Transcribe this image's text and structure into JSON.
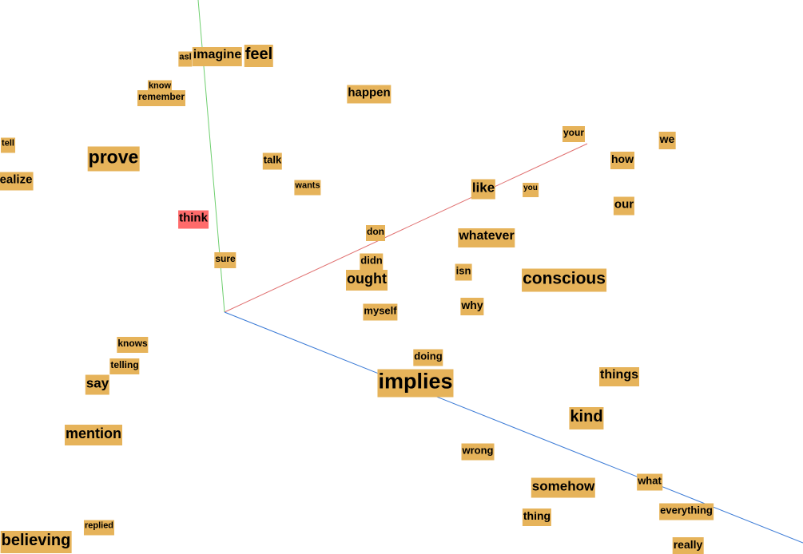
{
  "colors": {
    "label_bg": "#e6b35a",
    "selected_bg": "#ff6b6b",
    "x_axis": "#e07070",
    "y_axis": "#6fcf6f",
    "z_axis": "#3a7ad6"
  },
  "selected_word": "think",
  "words": [
    "asl",
    "imagine",
    "feel",
    "happen",
    "know",
    "remember",
    "tell",
    "prove",
    "ealize",
    "talk",
    "wants",
    "think",
    "sure",
    "your",
    "we",
    "how",
    "like",
    "you",
    "our",
    "don",
    "whatever",
    "didn",
    "ought",
    "isn",
    "conscious",
    "myself",
    "why",
    "knows",
    "telling",
    "say",
    "doing",
    "implies",
    "things",
    "kind",
    "mention",
    "wrong",
    "somehow",
    "what",
    "thing",
    "everything",
    "replied",
    "believing",
    "really"
  ]
}
